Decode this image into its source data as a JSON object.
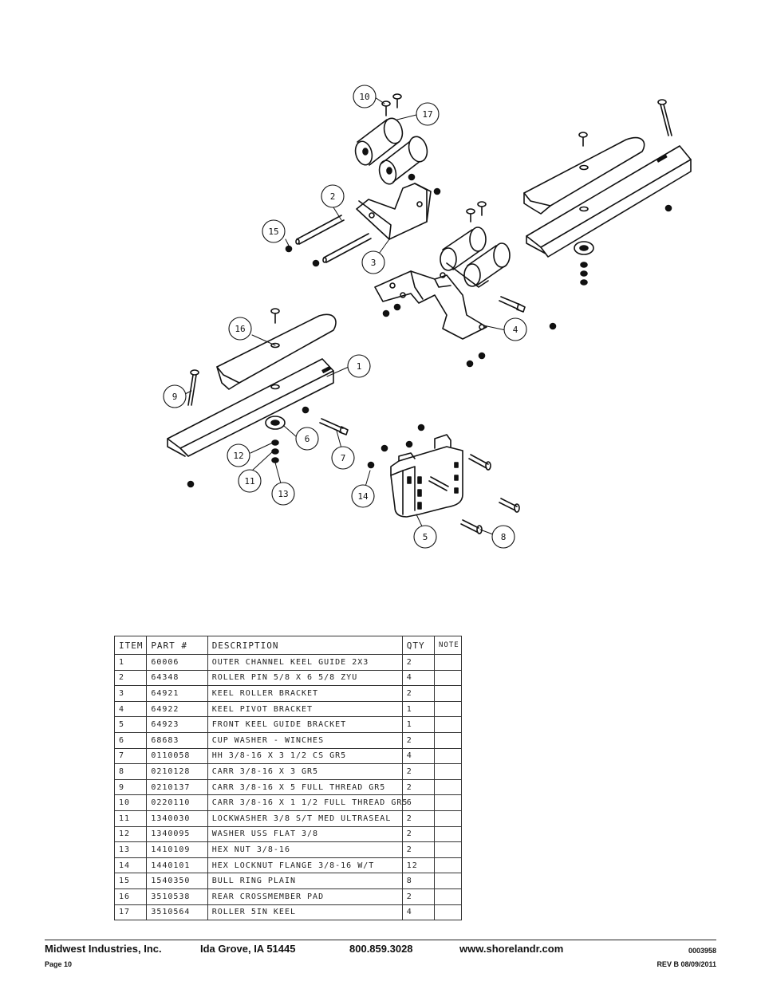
{
  "callouts": [
    "10",
    "17",
    "2",
    "15",
    "3",
    "4",
    "16",
    "1",
    "9",
    "6",
    "12",
    "11",
    "13",
    "7",
    "14",
    "5",
    "8"
  ],
  "table": {
    "headers": [
      "ITEM",
      "PART #",
      "DESCRIPTION",
      "QTY",
      "NOTE"
    ],
    "rows": [
      [
        "1",
        "60006",
        "OUTER CHANNEL KEEL GUIDE 2X3",
        "2",
        ""
      ],
      [
        "2",
        "64348",
        "ROLLER PIN  5/8 X 6 5/8 ZYU",
        "4",
        ""
      ],
      [
        "3",
        "64921",
        "KEEL ROLLER BRACKET",
        "2",
        ""
      ],
      [
        "4",
        "64922",
        "KEEL PIVOT BRACKET",
        "1",
        ""
      ],
      [
        "5",
        "64923",
        "FRONT KEEL GUIDE BRACKET",
        "1",
        ""
      ],
      [
        "6",
        "68683",
        "CUP WASHER - WINCHES",
        "2",
        ""
      ],
      [
        "7",
        "0110058",
        "HH 3/8-16 X 3 1/2 CS GR5",
        "4",
        ""
      ],
      [
        "8",
        "0210128",
        "CARR 3/8-16 X 3 GR5",
        "2",
        ""
      ],
      [
        "9",
        "0210137",
        "CARR 3/8-16 X 5 FULL THREAD GR5",
        "2",
        ""
      ],
      [
        "10",
        "0220110",
        "CARR 3/8-16 X 1 1/2 FULL THREAD GR5",
        "6",
        ""
      ],
      [
        "11",
        "1340030",
        "LOCKWASHER 3/8 S/T MED ULTRASEAL",
        "2",
        ""
      ],
      [
        "12",
        "1340095",
        "WASHER USS FLAT 3/8",
        "2",
        ""
      ],
      [
        "13",
        "1410109",
        "HEX NUT 3/8-16",
        "2",
        ""
      ],
      [
        "14",
        "1440101",
        "HEX LOCKNUT FLANGE 3/8-16 W/T",
        "12",
        ""
      ],
      [
        "15",
        "1540350",
        "BULL RING PLAIN",
        "8",
        ""
      ],
      [
        "16",
        "3510538",
        "REAR CROSSMEMBER PAD",
        "2",
        ""
      ],
      [
        "17",
        "3510564",
        "ROLLER 5IN KEEL",
        "4",
        ""
      ]
    ]
  },
  "footer": {
    "company": "Midwest Industries, Inc.",
    "location": "Ida Grove, IA  51445",
    "phone": "800.859.3028",
    "website": "www.shorelandr.com",
    "doc_number": "0003958",
    "page": "Page 10",
    "revision": "REV B 08/09/2011"
  }
}
